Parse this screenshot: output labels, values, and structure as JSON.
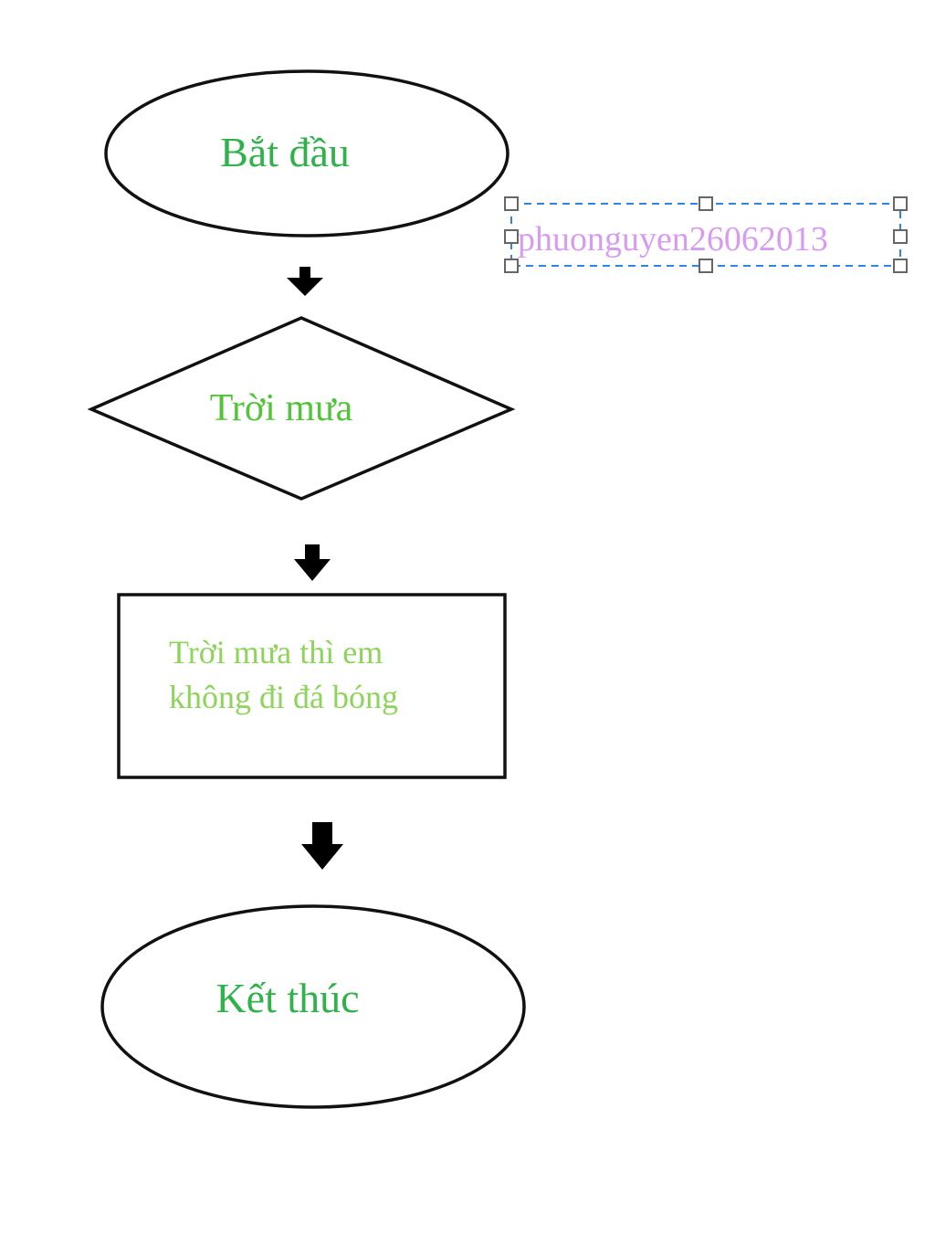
{
  "flowchart": {
    "start_label": "Bắt đầu",
    "decision_label": "Trời mưa",
    "process_line_1": "Trời mưa thì em",
    "process_line_2": "không đi đá bóng",
    "end_label": "Kết thúc"
  },
  "watermark": {
    "text": "phuonguyen26062013"
  },
  "colors": {
    "terminal_text": "#2fb24a",
    "decision_text": "#52c43a",
    "process_text": "#8ed45a",
    "watermark_text": "#d79cf2",
    "selection_border": "#2f86e0",
    "stroke": "#111111"
  }
}
